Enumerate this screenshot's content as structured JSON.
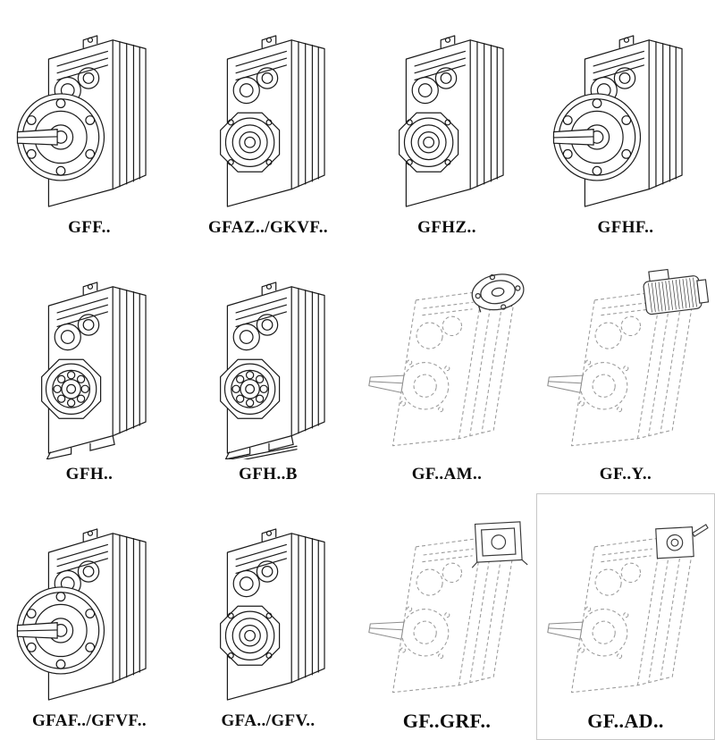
{
  "page": {
    "background": "#ffffff",
    "line_color": "#1b1b1b",
    "hidden_line_color": "#9b9b9b",
    "attachment_line_color": "#333333"
  },
  "catalog": {
    "items": [
      {
        "label": "GFF..",
        "drawing": "flange-mounted-solid-shaft-reducer",
        "line_style": "solid"
      },
      {
        "label": "GFAZ../GKVF..",
        "drawing": "hollow-shaft-reducer",
        "line_style": "solid"
      },
      {
        "label": "GFHZ..",
        "drawing": "hollow-shaft-shrink-disc-reducer",
        "line_style": "solid"
      },
      {
        "label": "GFHF..",
        "drawing": "flange-mounted-reducer",
        "line_style": "solid"
      },
      {
        "label": "GFH..",
        "drawing": "foot-mounted-reducer",
        "line_style": "solid"
      },
      {
        "label": "GFH..B",
        "drawing": "foot-mounted-reducer-with-base",
        "line_style": "solid"
      },
      {
        "label": "GF..AM..",
        "drawing": "reducer-with-motor-adapter-flange",
        "line_style": "dashed"
      },
      {
        "label": "GF..Y..",
        "drawing": "reducer-with-mounted-motor",
        "line_style": "dashed"
      },
      {
        "label": "GFAF../GFVF..",
        "drawing": "flange-mounted-solid-shaft-reducer",
        "line_style": "solid"
      },
      {
        "label": "GFA../GFV..",
        "drawing": "hollow-shaft-reducer",
        "line_style": "solid"
      },
      {
        "label": "GF..GRF..",
        "drawing": "reducer-with-input-adapter",
        "line_style": "dashed"
      },
      {
        "label": "GF..AD..",
        "drawing": "reducer-with-input-shaft-adapter",
        "line_style": "dashed"
      }
    ]
  }
}
